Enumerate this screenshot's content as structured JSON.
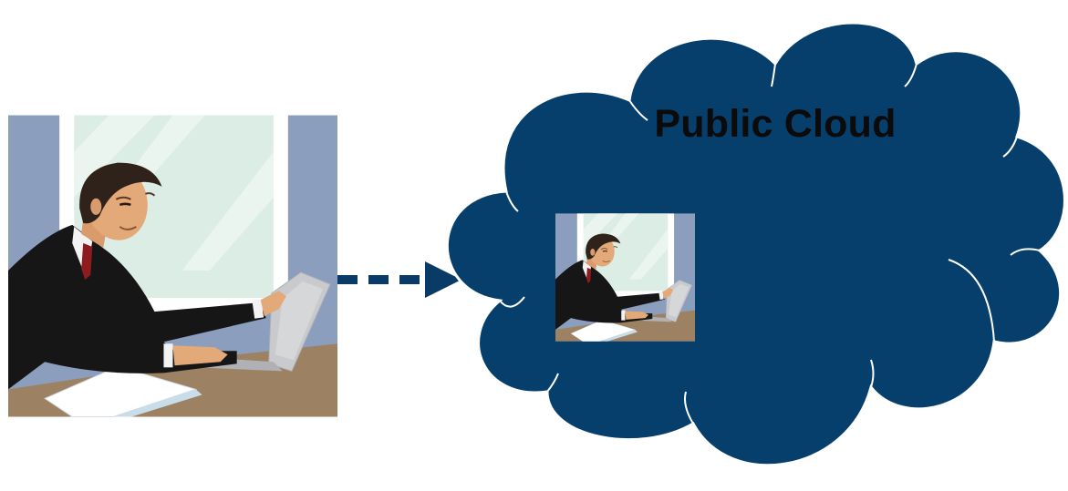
{
  "diagram": {
    "cloud": {
      "label": "Public Cloud",
      "fill_color": "#073F6C",
      "outline_color": "#ffffff"
    },
    "arrow": {
      "style": "dashed",
      "color": "#0A3B66"
    },
    "illustration": {
      "icon": "businessman-at-laptop",
      "window_color": "#8A9DBD",
      "desk_color": "#9B8163"
    }
  }
}
